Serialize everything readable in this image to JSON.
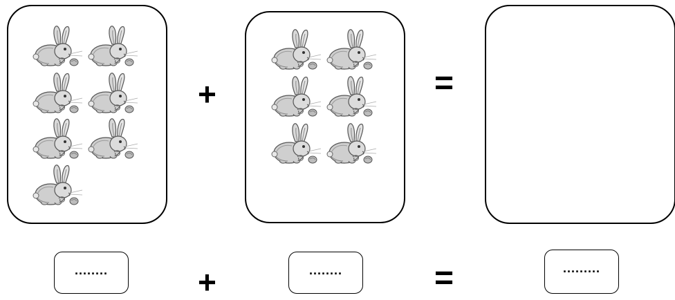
{
  "groups": [
    {
      "count": 7
    },
    {
      "count": 6
    },
    {
      "count": 0
    }
  ],
  "operators": {
    "plus": "+",
    "equals": "="
  },
  "answers": {
    "first": "........",
    "second": "........",
    "result": "........."
  },
  "icons": {
    "animal": "rabbit-icon"
  }
}
